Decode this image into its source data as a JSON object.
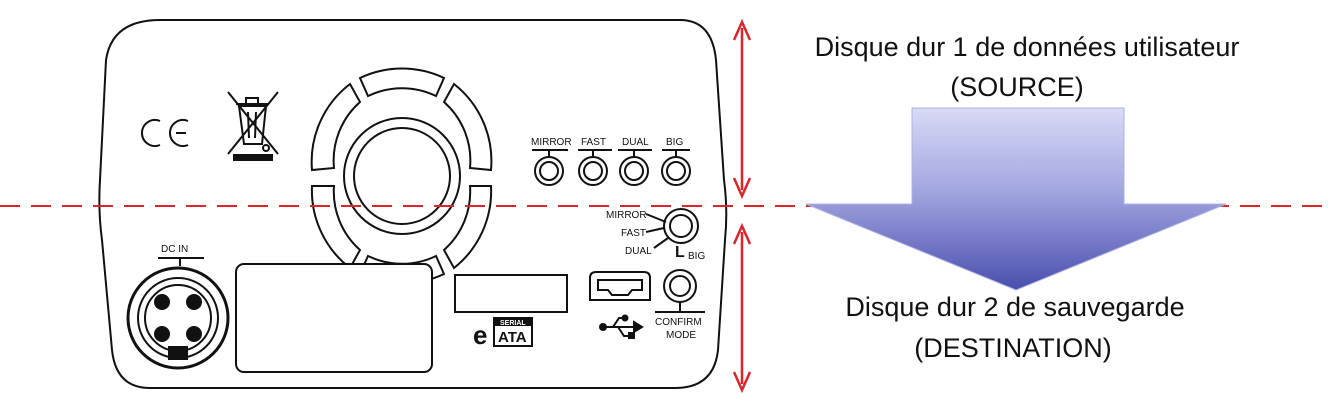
{
  "device": {
    "ports": {
      "dc_in_label": "DC IN",
      "sata_logo_top": "SERIAL",
      "sata_logo_main": "ATA",
      "sata_logo_prefix": "e"
    },
    "mode_buttons": [
      "MIRROR",
      "FAST",
      "DUAL",
      "BIG"
    ],
    "mode_dial": {
      "mirror": "MIRROR",
      "fast": "FAST",
      "dual": "DUAL",
      "big": "BIG",
      "big_marker": "L"
    },
    "confirm": {
      "line1": "CONFIRM",
      "line2": "MODE"
    }
  },
  "captions": {
    "source_line1": "Disque dur 1 de données utilisateur",
    "source_line2": "(SOURCE)",
    "destination_line1": "Disque dur 2 de sauvegarde",
    "destination_line2": "(DESTINATION)"
  },
  "colors": {
    "divider": "#d9262b",
    "arrow_light": "#cfd2f2",
    "arrow_dark": "#4b4fae",
    "outline": "#111111"
  }
}
